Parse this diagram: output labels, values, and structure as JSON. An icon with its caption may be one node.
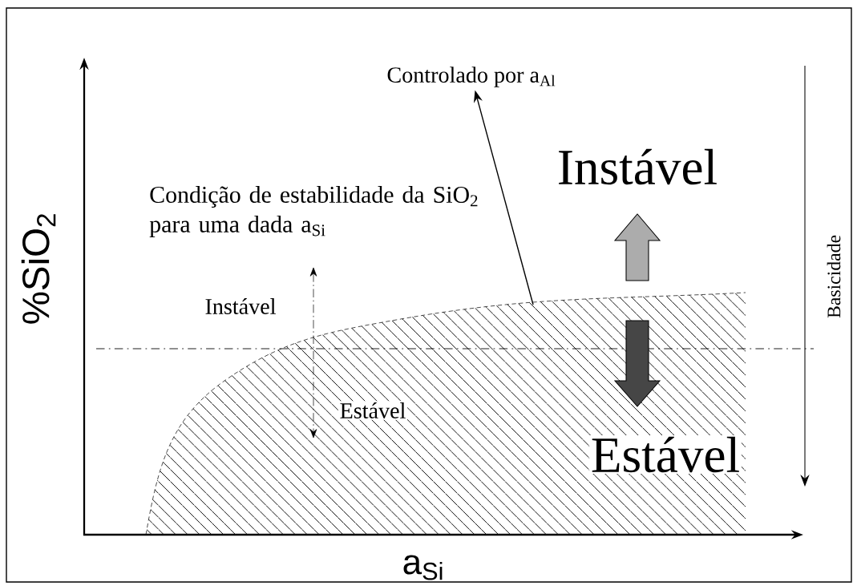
{
  "diagram": {
    "nodes": [
      {
        "text": [
          "Controlado por a$_{Al}$"
        ]
      },
      {
        "text": [],
        "shape": "curve"
      }
    ],
    "edges": [
      {
        "from": 1,
        "to": 0,
        "arrow": "to"
      }
    ],
    "labels": [
      "Condição de estabilidade da SiO$_{2}$ para uma dada a$_{Si}$",
      "Instável",
      "Estável",
      "Instável",
      "Estável",
      "Basicidade",
      "%SiO$_{2}$",
      "a$_{Si}$"
    ]
  }
}
